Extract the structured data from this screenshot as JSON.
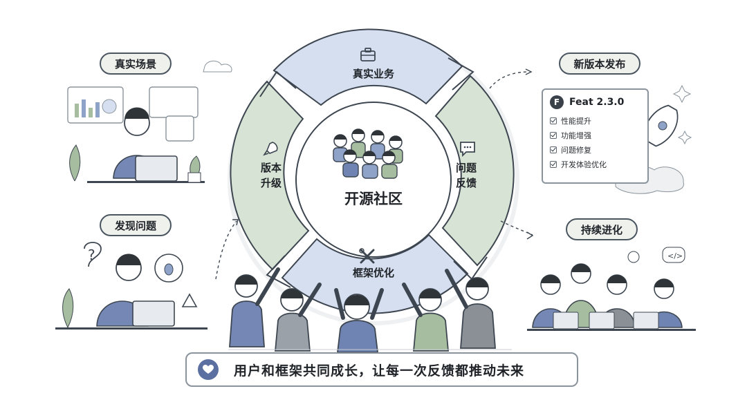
{
  "title": "",
  "center": {
    "label": "开源社区"
  },
  "cycle_segments": [
    {
      "label": "真实业务",
      "icon": "briefcase-icon"
    },
    {
      "label": "问题\n反馈",
      "icon": "chat-bubble-icon"
    },
    {
      "label": "框架优化",
      "icon": "wrench-icon"
    },
    {
      "label": "版本\n升级",
      "icon": "rocket-icon"
    }
  ],
  "scenes": {
    "real_scenario": {
      "label": "真实场景"
    },
    "find_issue": {
      "label": "发现问题"
    },
    "new_release": {
      "label": "新版本发布"
    },
    "evolve": {
      "label": "持续进化"
    }
  },
  "release_card": {
    "badge": "F",
    "title": "Feat 2.3.0",
    "items": [
      "性能提升",
      "功能增强",
      "问题修复",
      "开发体验优化"
    ]
  },
  "bottom_banner": {
    "text": "用户和框架共同成长，让每一次反馈都推动未来",
    "icon": "heart-icon"
  },
  "colors": {
    "blue_segment": "#d5dff0",
    "green_segment": "#d7e3d4",
    "outline": "#3d4650",
    "accent_blue": "#5b6fa0"
  }
}
